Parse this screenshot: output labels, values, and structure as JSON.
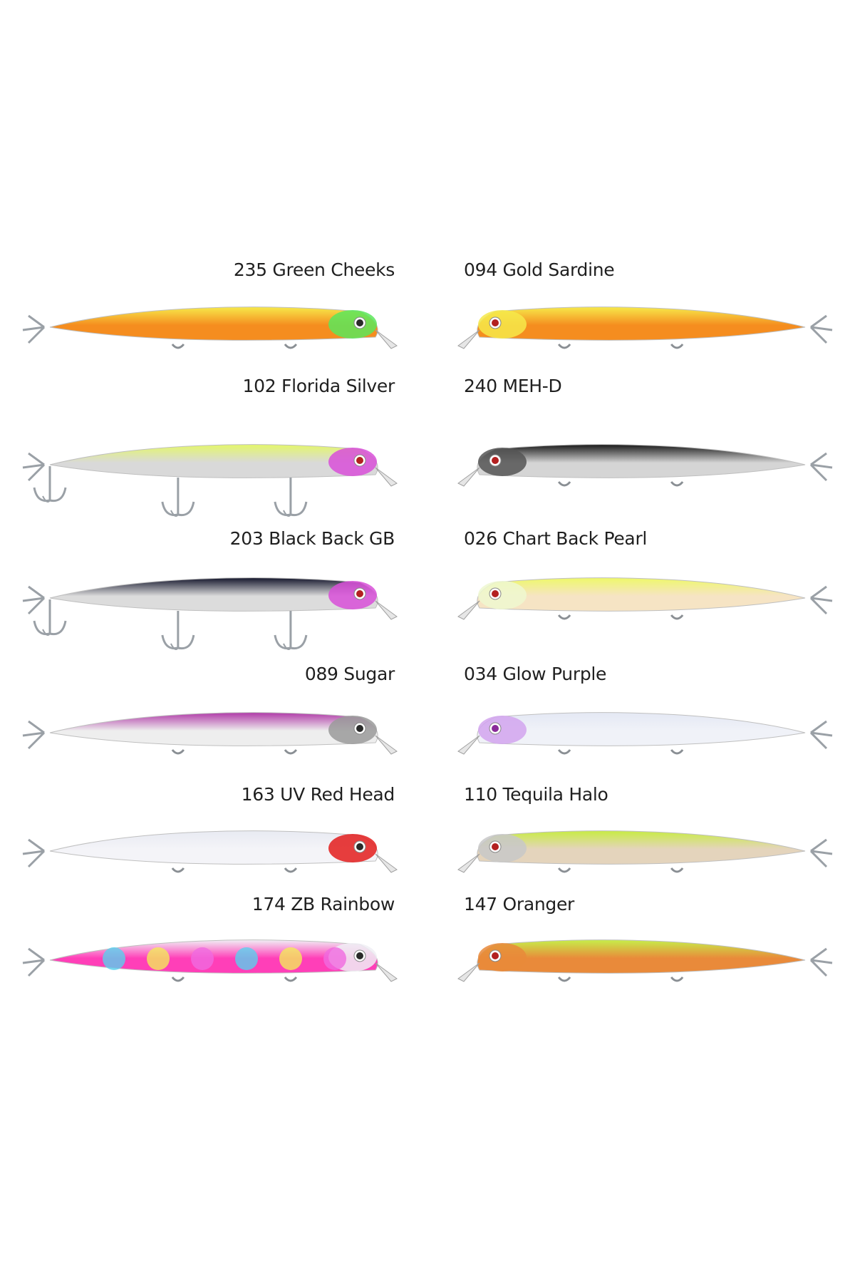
{
  "left_column": [
    {
      "label": "235 Green Cheeks",
      "colors": {
        "back": "#f6e94a",
        "belly": "#f58d1f",
        "head": "#5ce65a",
        "eye": "#2a2a2a"
      }
    },
    {
      "label": "102 Florida Silver",
      "colors": {
        "back": "#e4f76a",
        "belly": "#d9d9d9",
        "head": "#d84fd8",
        "eye": "#b32020"
      }
    },
    {
      "label": "203 Black Back GB",
      "colors": {
        "back": "#14162c",
        "belly": "#dcdcdc",
        "head": "#d84fd8",
        "eye": "#b32020"
      }
    },
    {
      "label": "089 Sugar",
      "colors": {
        "back": "#b03aa8",
        "belly": "#eeeeee",
        "head": "#9a9a9a",
        "eye": "#2a2a2a"
      }
    },
    {
      "label": "163 UV Red Head",
      "colors": {
        "back": "#e8eaf2",
        "belly": "#f4f4f8",
        "head": "#e31c1c",
        "eye": "#2a2a2a"
      }
    },
    {
      "label": "174 ZB Rainbow",
      "colors": {
        "back": "#f0eef4",
        "belly": "#ff3fb8",
        "head": "#f0eef4",
        "eye": "#2a2a2a",
        "spots": [
          "#5ad0ee",
          "#f4e85a",
          "#f06ae0"
        ]
      }
    }
  ],
  "right_column": [
    {
      "label": "094 Gold Sardine",
      "colors": {
        "back": "#f6e94a",
        "belly": "#f58d1f",
        "head": "#f6e94a",
        "eye": "#b32020"
      }
    },
    {
      "label": "240 MEH-D",
      "colors": {
        "back": "#1a1a1a",
        "belly": "#d5d5d5",
        "head": "#555555",
        "eye": "#b32020"
      }
    },
    {
      "label": "026 Chart Back Pearl",
      "colors": {
        "back": "#eef86a",
        "belly": "#f6e4c4",
        "head": "#eef8d0",
        "eye": "#b32020"
      }
    },
    {
      "label": "034 Glow Purple",
      "colors": {
        "back": "#e4e8f4",
        "belly": "#f0f2f8",
        "head": "#d2a4ee",
        "eye": "#8a2a9a"
      }
    },
    {
      "label": "110 Tequila Halo",
      "colors": {
        "back": "#c8ec44",
        "belly": "#e4d4bc",
        "head": "#c8c8c8",
        "eye": "#b32020"
      }
    },
    {
      "label": "147 Oranger",
      "colors": {
        "back": "#c6ee4a",
        "belly": "#e98a3a",
        "head": "#e98a3a",
        "eye": "#b32020"
      }
    }
  ]
}
